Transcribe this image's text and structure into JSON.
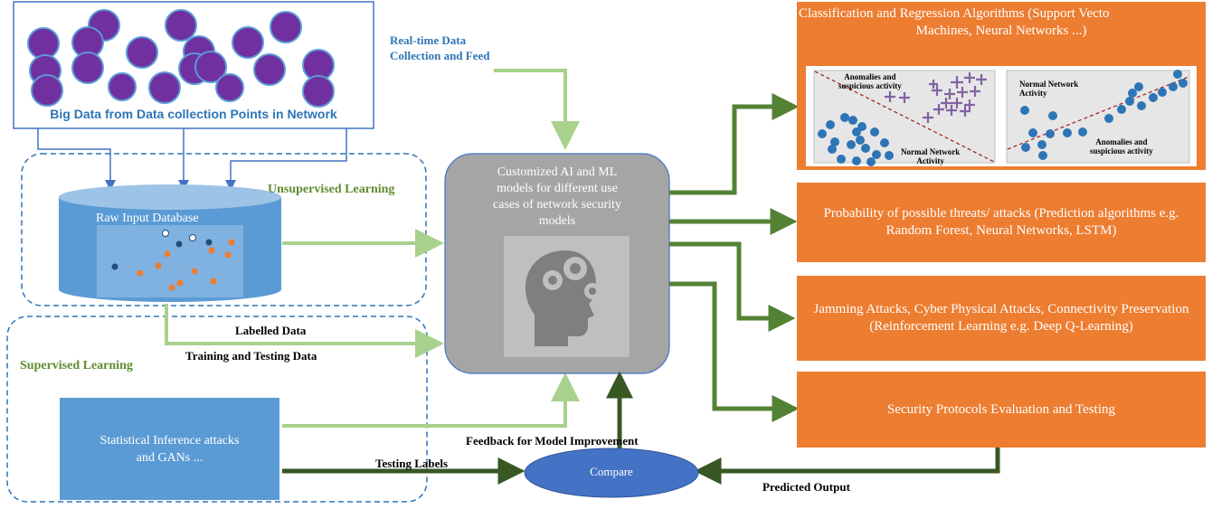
{
  "bigdata": {
    "title": "Big Data from Data collection Points in Network"
  },
  "realtime": {
    "line1": "Real-time Data",
    "line2": "Collection and Feed"
  },
  "unsupervised": {
    "label": "Unsupervised Learning"
  },
  "database": {
    "label": "Raw Input Database"
  },
  "supervised": {
    "label": "Supervised Learning"
  },
  "labelled": {
    "label": "Labelled Data"
  },
  "training": {
    "label": "Training and Testing Data"
  },
  "stat": {
    "line1": "Statistical Inference attacks",
    "line2": "and GANs ..."
  },
  "feedback": {
    "label": "Feedback for Model Improvement"
  },
  "testing_labels": {
    "label": "Testing Labels"
  },
  "compare": {
    "label": "Compare"
  },
  "predicted": {
    "label": "Predicted Output"
  },
  "center": {
    "line1": "Customized AI and ML",
    "line2": "models for different use",
    "line3": "cases of network security",
    "line4": "models"
  },
  "classification": {
    "line1": "Classification and Regression Algorithms (Support Vecto",
    "line2": "Machines, Neural Networks ...)",
    "left_anomalies_1": "Anomalies and",
    "left_anomalies_2": "suspicious activity",
    "left_normal_1": "Normal Network",
    "left_normal_2": "Activity",
    "right_normal_1": "Normal Network",
    "right_normal_2": "Activity",
    "right_anomalies_1": "Anomalies and",
    "right_anomalies_2": "suspicious activity"
  },
  "probability": {
    "text": "Probability of possible threats/ attacks (Prediction algorithms e.g. Random Forest, Neural Networks, LSTM)"
  },
  "jamming": {
    "text": "Jamming Attacks, Cyber Physical Attacks, Connectivity Preservation (Reinforcement Learning e.g. Deep Q-Learning)"
  },
  "protocols": {
    "text": "Security Protocols Evaluation and Testing"
  },
  "colors": {
    "orange": "#ED7D31",
    "light_green": "#A9D18E",
    "dark_green": "#548235",
    "blue": "#5B9BD5",
    "purple": "#7030A0",
    "gray": "#A5A5A5"
  }
}
